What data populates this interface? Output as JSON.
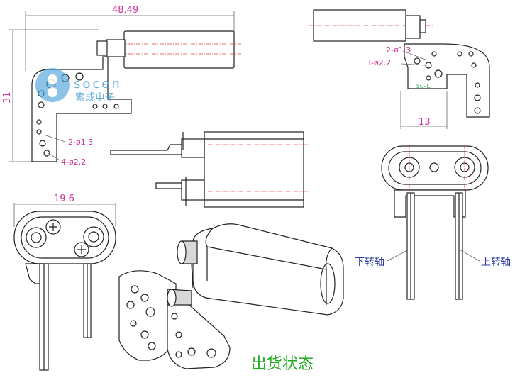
{
  "dimensions": {
    "width_top": "48.49",
    "height_left": "31",
    "width_right": "13",
    "width_bottom_left": "19.6"
  },
  "holes": {
    "left_small": "2-ø1.3",
    "left_large": "4-ø2.2",
    "right_small": "2-ø1.3",
    "right_large": "3-ø2.2"
  },
  "logo": {
    "text": "socen",
    "chinese": "索成电子"
  },
  "labels": {
    "part_mark": "SC-L",
    "lower_shaft": "下转轴",
    "upper_shaft": "上转轴",
    "shipping_state": "出货状态"
  }
}
